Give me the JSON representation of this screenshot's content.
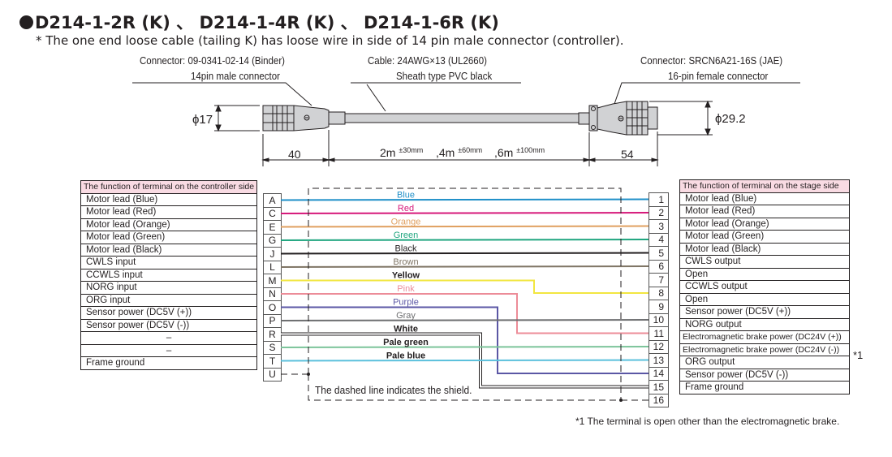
{
  "title": "D214-1-2R (K) 、 D214-1-4R (K) 、 D214-1-6R (K)",
  "subtitle": "* The one end loose cable (tailing K) has loose wire in side of 14 pin male connector (controller).",
  "cable_drawing": {
    "left_connector": {
      "line1": "Connector: 09-0341-02-14 (Binder)",
      "line2": "14pin male connector",
      "diameter": "ϕ17",
      "length": "40"
    },
    "cable": {
      "line1": "Cable: 24AWG×13 (UL2660)",
      "line2": "Sheath type PVC black"
    },
    "right_connector": {
      "line1": "Connector: SRCN6A21-16S (JAE)",
      "line2": "16-pin female connector",
      "diameter": "ϕ29.2",
      "length": "54"
    },
    "lengths": [
      {
        "value": "2m",
        "tol": "±30mm"
      },
      {
        "value": ",4m",
        "tol": "±60mm"
      },
      {
        "value": ",6m",
        "tol": "±100mm"
      }
    ]
  },
  "controller_side": {
    "header": "The function of terminal on the controller side",
    "rows": [
      {
        "function": "Motor lead (Blue)",
        "pin": "A"
      },
      {
        "function": "Motor lead (Red)",
        "pin": "C"
      },
      {
        "function": "Motor lead (Orange)",
        "pin": "E"
      },
      {
        "function": "Motor lead (Green)",
        "pin": "G"
      },
      {
        "function": "Motor lead (Black)",
        "pin": "J"
      },
      {
        "function": "CWLS input",
        "pin": "L"
      },
      {
        "function": "CCWLS input",
        "pin": "M"
      },
      {
        "function": "NORG input",
        "pin": "N"
      },
      {
        "function": "ORG input",
        "pin": "O"
      },
      {
        "function": "Sensor power (DC5V (+))",
        "pin": "P"
      },
      {
        "function": "Sensor power (DC5V (-))",
        "pin": "R"
      },
      {
        "function": "–",
        "pin": "S"
      },
      {
        "function": "–",
        "pin": "T"
      },
      {
        "function": "Frame ground",
        "pin": "U"
      }
    ]
  },
  "stage_side": {
    "header": "The function of terminal on the stage side",
    "rows": [
      {
        "pin": "1",
        "function": "Motor lead (Blue)"
      },
      {
        "pin": "2",
        "function": "Motor lead (Red)"
      },
      {
        "pin": "3",
        "function": "Motor lead (Orange)"
      },
      {
        "pin": "4",
        "function": "Motor lead (Green)"
      },
      {
        "pin": "5",
        "function": "Motor lead (Black)"
      },
      {
        "pin": "6",
        "function": "CWLS output"
      },
      {
        "pin": "7",
        "function": "Open"
      },
      {
        "pin": "8",
        "function": "CCWLS output"
      },
      {
        "pin": "9",
        "function": "Open"
      },
      {
        "pin": "10",
        "function": "Sensor power (DC5V (+))"
      },
      {
        "pin": "11",
        "function": "NORG output"
      },
      {
        "pin": "12",
        "function": "Electromagnetic brake power (DC24V (+))"
      },
      {
        "pin": "13",
        "function": "Electromagnetic brake power (DC24V (-))"
      },
      {
        "pin": "14",
        "function": "ORG output"
      },
      {
        "pin": "15",
        "function": "Sensor power (DC5V (-))"
      },
      {
        "pin": "16",
        "function": "Frame ground"
      }
    ],
    "note_marker": "*1"
  },
  "wires": [
    {
      "label": "Blue",
      "color": "#1e8fc8",
      "from": 0,
      "to": 0
    },
    {
      "label": "Red",
      "color": "#d6187a",
      "from": 1,
      "to": 1
    },
    {
      "label": "Orange",
      "color": "#e0a060",
      "from": 2,
      "to": 2
    },
    {
      "label": "Green",
      "color": "#1fa57f",
      "from": 3,
      "to": 3
    },
    {
      "label": "Black",
      "color": "#231f20",
      "from": 4,
      "to": 4
    },
    {
      "label": "Brown",
      "color": "#7f7565",
      "from": 5,
      "to": 5
    },
    {
      "label": "Yellow",
      "color": "#f2e640",
      "from": 6,
      "to": 7
    },
    {
      "label": "Pink",
      "color": "#ec8c98",
      "from": 7,
      "to": 10
    },
    {
      "label": "Purple",
      "color": "#5b57a5",
      "from": 8,
      "to": 13
    },
    {
      "label": "Gray",
      "color": "#6d6e70",
      "from": 9,
      "to": 9
    },
    {
      "label": "White",
      "color": "#ffffff",
      "from": 10,
      "to": 14
    },
    {
      "label": "Pale green",
      "color": "#7cc49a",
      "from": 11,
      "to": 11
    },
    {
      "label": "Pale blue",
      "color": "#5bc0dc",
      "from": 12,
      "to": 12
    }
  ],
  "shield_note": "The dashed line indicates the shield.",
  "footnote": "*1 The terminal is open other than the electromagnetic brake."
}
